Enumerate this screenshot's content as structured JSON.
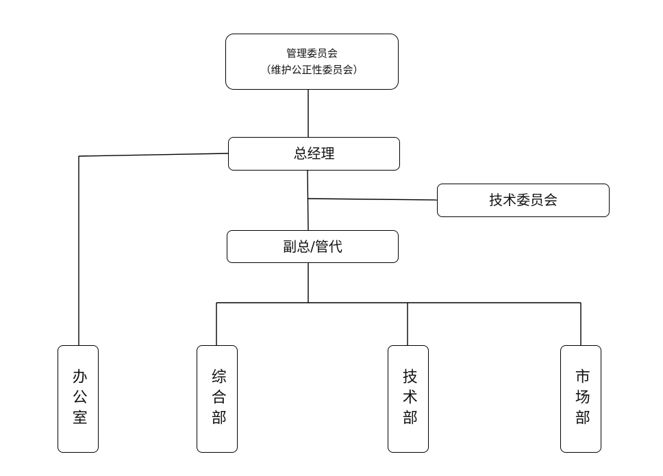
{
  "org_chart": {
    "committee": {
      "line1": "管理委员会",
      "line2": "（维护公正性委员会）"
    },
    "general_manager": "总经理",
    "technical_committee": "技术委员会",
    "deputy_manager": "副总/管代",
    "departments": [
      "办公室",
      "综合部",
      "技术部",
      "市场部"
    ]
  },
  "colors": {
    "line": "#000000",
    "box_border": "#000000",
    "background": "#ffffff"
  }
}
